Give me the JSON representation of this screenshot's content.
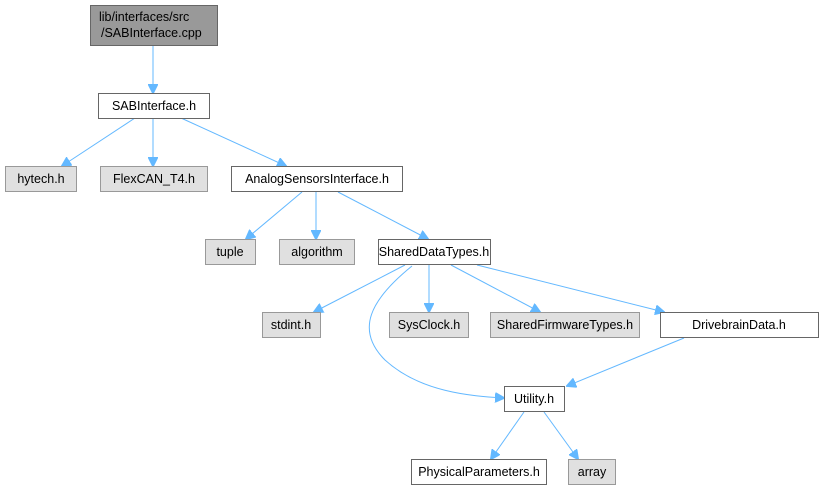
{
  "graph": {
    "title": "Include dependency graph",
    "nodes": {
      "root": {
        "line1": "lib/interfaces/src",
        "line2": "/SABInterface.cpp"
      },
      "sab": "SABInterface.h",
      "hytech": "hytech.h",
      "flexcan": "FlexCAN_T4.h",
      "analog": "AnalogSensorsInterface.h",
      "tuple": "tuple",
      "algorithm": "algorithm",
      "shared": "SharedDataTypes.h",
      "stdint": "stdint.h",
      "sysclock": "SysClock.h",
      "sft": "SharedFirmwareTypes.h",
      "drivebrain": "DrivebrainData.h",
      "utility": "Utility.h",
      "physical": "PhysicalParameters.h",
      "array": "array"
    },
    "colors": {
      "edge": "#63b8ff",
      "root_fill": "#999999",
      "documented_fill": "#ffffff",
      "system_fill": "#e0e0e0"
    }
  }
}
